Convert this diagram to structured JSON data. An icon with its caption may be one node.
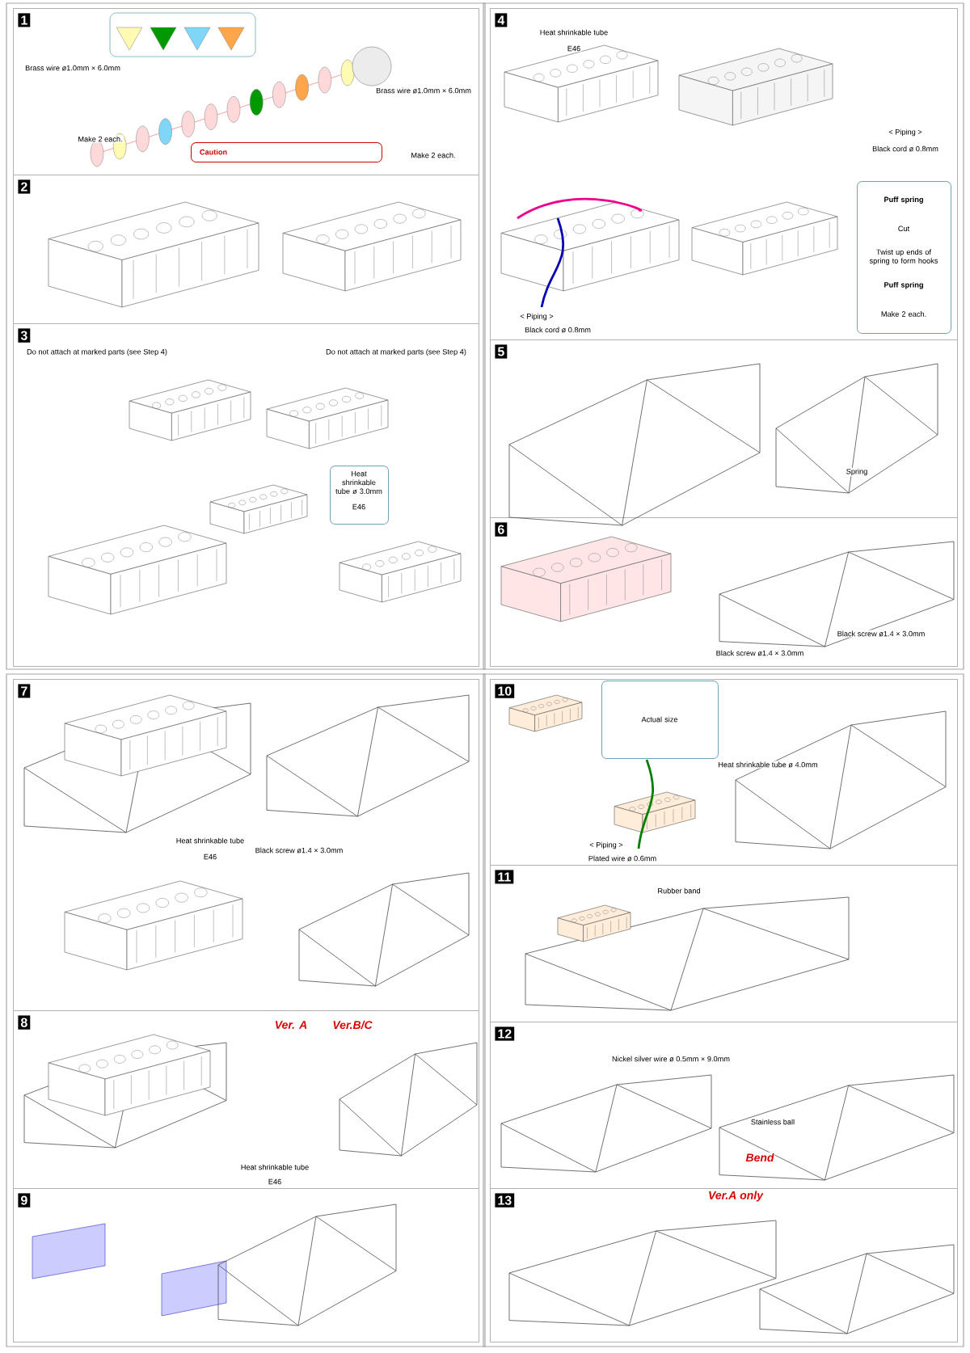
{
  "diagram": {
    "nodes": [
      {
        "text": [
          "1"
        ]
      },
      {
        "text": [
          "2"
        ]
      },
      {
        "text": [
          "3"
        ]
      },
      {
        "text": [
          "4"
        ]
      },
      {
        "text": [
          "5"
        ]
      },
      {
        "text": [
          "6"
        ]
      },
      {
        "text": [
          "7"
        ]
      },
      {
        "text": [
          "8"
        ]
      },
      {
        "text": [
          "9"
        ]
      },
      {
        "text": [
          "10"
        ]
      },
      {
        "text": [
          "11"
        ]
      },
      {
        "text": [
          "12"
        ]
      },
      {
        "text": [
          "13"
        ]
      },
      {
        "text": [
          "Caution"
        ],
        "in": 0
      },
      {
        "text": [
          "Puff spring",
          "Cut",
          "Twist up ends of spring to form hooks",
          "Puff spring",
          "Make 2 each."
        ],
        "in": 3
      },
      {
        "text": [
          "Heat shrinkable tube ø 3.0mm",
          "E46"
        ],
        "in": 2
      },
      {
        "text": [
          "Actual size"
        ],
        "in": 9
      }
    ],
    "labels": [
      "Brass wire ø1.0mm × 6.0mm",
      "Make 2 each.",
      "Brass wire ø1.0mm × 6.0mm",
      "Make 2 each.",
      "Do not attach at marked parts (see Step 4)",
      "Do not attach at marked parts (see Step 4)",
      "Heat shrinkable tube",
      "E46",
      "< Piping >",
      "Black cord ø 0.8mm",
      "< Piping >",
      "Black cord ø 0.8mm",
      "Spring",
      "Black screw ø1.4 × 3.0mm",
      "Black screw ø1.4 × 3.0mm",
      "Heat shrinkable tube",
      "E46",
      "Black screw ø1.4 × 3.0mm",
      "Ver. A",
      "Ver.B/C",
      "Heat shrinkable tube",
      "E46",
      "< Piping >",
      "Plated wire ø 0.6mm",
      "Heat shrinkable tube ø 4.0mm",
      "Rubber band",
      "Nickel silver wire ø 0.5mm × 9.0mm",
      "Stainless ball",
      "Bend",
      "Ver.A only"
    ]
  }
}
